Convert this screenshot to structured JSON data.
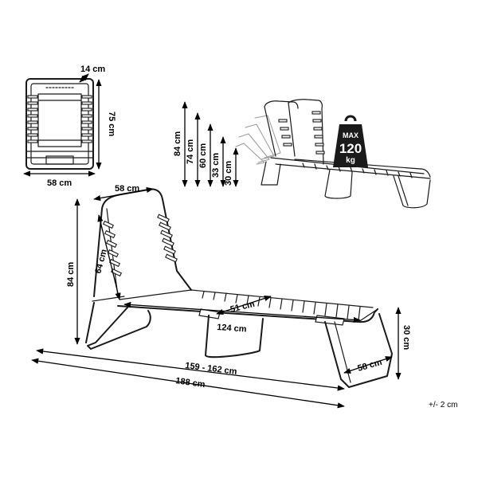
{
  "folded_view": {
    "depth_label": "14 cm",
    "height_label": "75 cm",
    "width_label": "58 cm"
  },
  "positions_view": {
    "heights": [
      "84 cm",
      "74 cm",
      "60 cm",
      "33 cm",
      "30 cm"
    ],
    "max_load": {
      "line1": "MAX",
      "line2": "120",
      "line3": "kg"
    }
  },
  "main_view": {
    "backrest_width": "58 cm",
    "backrest_length": "64 cm",
    "total_height": "84 cm",
    "seat_width": "51 cm",
    "seat_length": "124 cm",
    "leg_height": "30 cm",
    "foot_width": "58 cm",
    "reclined_length": "159 - 162 cm",
    "total_length": "188 cm"
  },
  "tolerance": "+/- 2 cm"
}
